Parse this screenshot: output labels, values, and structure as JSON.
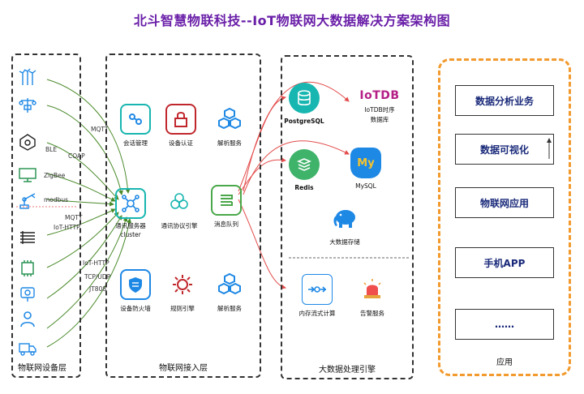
{
  "title": "北斗智慧物联科技--IoT物联网大数据解决方案架构图",
  "layers": {
    "device": "物联网设备层",
    "access": "物联网接入层",
    "bigdata": "大数据处理引擎",
    "app": "应用"
  },
  "protocols": {
    "mqtt1": "MQTT",
    "coap": "COAP",
    "ble": "BLE",
    "zigbee": "ZigBee",
    "modbus": "modbus",
    "mqtt2": "MQTT",
    "iot_http1": "IoT-HTTP",
    "iot_http2": "IoT-HTTP",
    "tcp_udp": "TCP/UDP",
    "jt808": "JT808"
  },
  "access_nodes": {
    "session": "会话管理",
    "auth": "设备认证",
    "parse1": "解析服务",
    "cluster_line1": "通讯服务器",
    "cluster_line2": "cluster",
    "protocol_engine": "通讯协议引擎",
    "queue": "消息队列",
    "firewall": "设备防火墙",
    "rule_engine": "规则引擎",
    "parse2": "解析服务"
  },
  "bigdata_nodes": {
    "postgres": "PostgreSQL",
    "iotdb_logo": "IoTDB",
    "iotdb_line1": "IoTDB时序",
    "iotdb_line2": "数据库",
    "redis": "Redis",
    "mysql_logo": "My",
    "mysql": "MySQL",
    "hadoop": "大数据存储",
    "stream": "内存流式计算",
    "alarm": "告警服务"
  },
  "apps": [
    "数据分析业务",
    "数据可视化",
    "物联网应用",
    "手机APP",
    "……"
  ],
  "colors": {
    "title": "#6a1fa8",
    "teal": "#18b6b0",
    "green_line": "#4a8a2a",
    "red_line": "#e34b4b",
    "orange": "#f29a2e",
    "blue_icon": "#1e88e5"
  }
}
